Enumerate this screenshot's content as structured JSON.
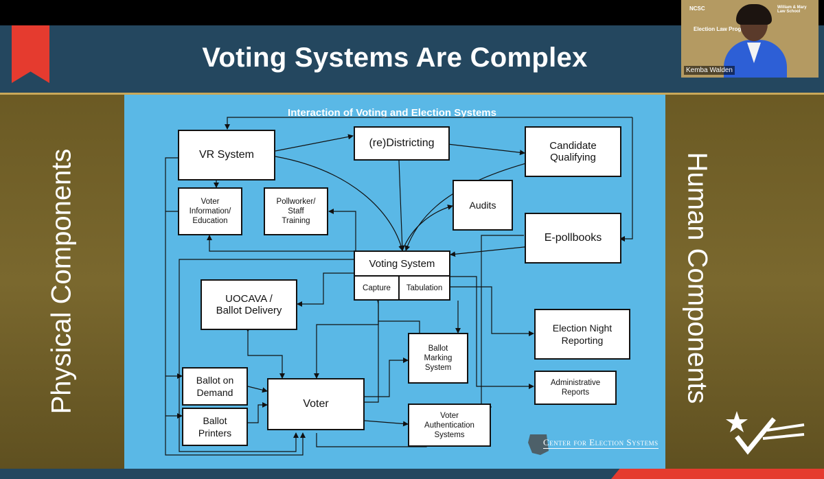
{
  "slide": {
    "title": "Voting Systems Are Complex",
    "left_panel_label": "Physical Components",
    "right_panel_label": "Human Components"
  },
  "diagram": {
    "subtitle": "Interaction of Voting and Election Systems",
    "boxes": {
      "vr_system": "VR System",
      "redistricting": "(re)Districting",
      "candidate_qualifying": "Candidate\nQualifying",
      "voter_information": "Voter\nInformation/\nEducation",
      "pollworker_training": "Pollworker/\nStaff\nTraining",
      "audits": "Audits",
      "epollbooks": "E-pollbooks",
      "voting_system": "Voting System",
      "capture": "Capture",
      "tabulation": "Tabulation",
      "uocava": "UOCAVA /\nBallot Delivery",
      "election_night": "Election Night\nReporting",
      "ballot_marking": "Ballot\nMarking\nSystem",
      "administrative_reports": "Administrative\nReports",
      "ballot_on_demand": "Ballot on\nDemand",
      "voter": "Voter",
      "ballot_printers": "Ballot\nPrinters",
      "voter_authentication": "Voter\nAuthentication\nSystems"
    },
    "source_logo": "Center for Election Systems"
  },
  "video": {
    "speaker_name": "Kemba Walden",
    "backdrop_texts": [
      "NCSC",
      "Election Law Program",
      "William & Mary Law School"
    ]
  },
  "colors": {
    "header": "#24475f",
    "accent_red": "#e53b2f",
    "diagram_bg": "#5ab8e6",
    "side_panel": "#6b5a24"
  }
}
